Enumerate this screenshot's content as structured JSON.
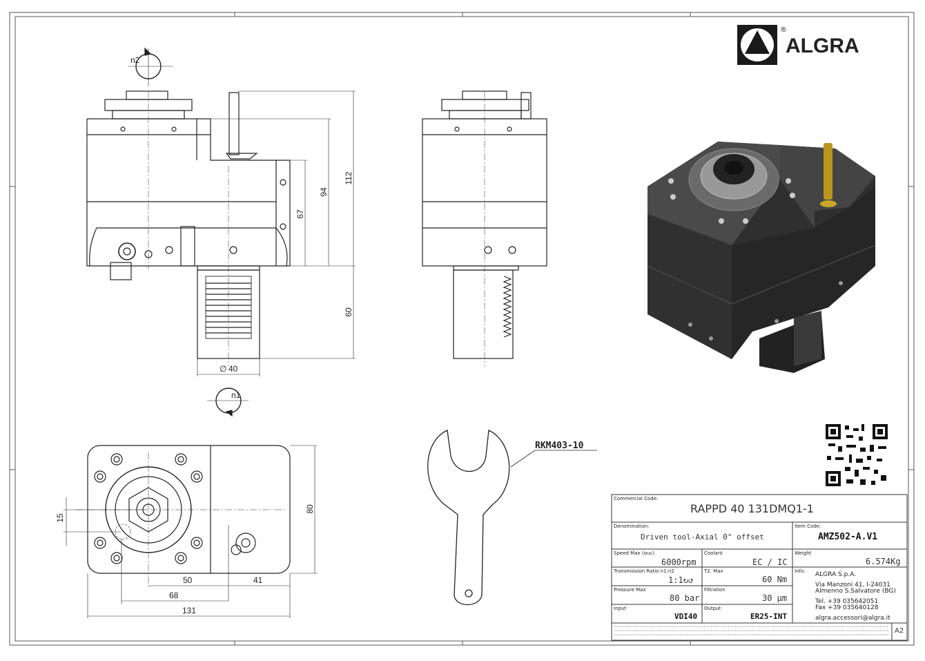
{
  "brand": {
    "name": "ALGRA",
    "registered": "®"
  },
  "dimensions": {
    "d112": "112",
    "d94": "94",
    "d67": "67",
    "d60": "60",
    "d40": "40",
    "diameter_symbol": "∅",
    "d80": "80",
    "d15": "15",
    "d50": "50",
    "d41": "41",
    "d68": "68",
    "d131": "131"
  },
  "rotation_labels": {
    "n1": "n1",
    "n2": "n2"
  },
  "wrench_code": "RKM403-10",
  "title_block": {
    "commercial_code_label": "Commercial Code:",
    "commercial_code": "RAPPD 40 131DMQ1-1",
    "denomination_label": "Denomination:",
    "denomination": "Driven tool-Axial 0° offset",
    "item_code_label": "Item Code:",
    "item_code": "AMZ502-A.V1",
    "speed_label": "Speed Max (ouc)",
    "speed": "6000rpm",
    "coolant_label": "Coolant",
    "coolant": "EC / IC",
    "weight_label": "Weight",
    "weight": "6.574Kg",
    "ratio_label": "Transmission Ratio n1:n2",
    "ratio": "1:1↻↺",
    "torque_label": "T2. Max",
    "torque": "60 Nm",
    "info_label": "Info:",
    "company": "ALGRA S.p.A.",
    "address1": "Via Manzoni 41, I-24031",
    "address2": "Almenno S.Salvatore (BG)",
    "tel": "Tel. +39 035642051",
    "fax": "Fax +39 035640128",
    "email": "algra.accessori@algra.it",
    "pressure_label": "Pressure Max",
    "pressure": "80 bar",
    "filtration_label": "Filtration",
    "filtration": "30 µm",
    "input_label": "Input",
    "input": "VDI40",
    "output_label": "Output",
    "output": "ER25-INT",
    "sheet_size": "A2"
  }
}
